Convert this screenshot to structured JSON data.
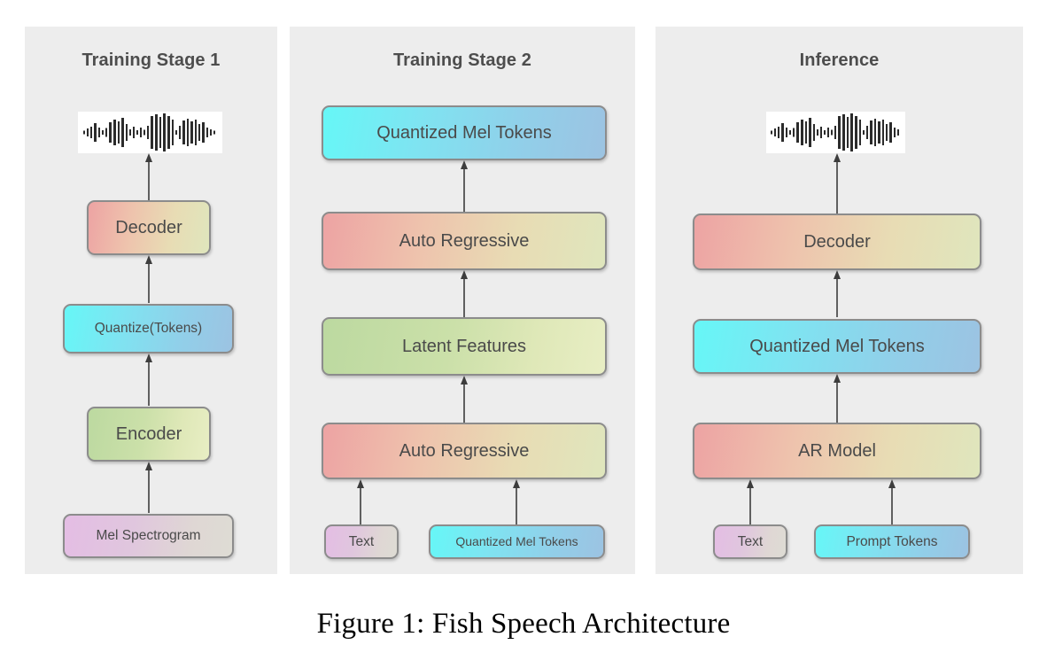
{
  "figure": {
    "caption": "Figure 1: Fish Speech Architecture",
    "background_color": "#ffffff",
    "panel_color": "#ededed",
    "border_color": "#8c8c8c",
    "text_color": "#4a4a4a",
    "title_color": "#4d4d4d"
  },
  "panels": [
    {
      "id": "stage1",
      "title": "Training Stage 1",
      "nodes": [
        {
          "name": "waveform-output",
          "label": "",
          "icon": "audio-waveform-icon",
          "style": "waveform"
        },
        {
          "name": "decoder",
          "label": "Decoder",
          "style": "warm"
        },
        {
          "name": "quantize-tokens",
          "label": "Quantize(Tokens)",
          "style": "cyan"
        },
        {
          "name": "encoder",
          "label": "Encoder",
          "style": "green"
        },
        {
          "name": "mel-spectrogram",
          "label": "Mel Spectrogram",
          "style": "pink"
        }
      ]
    },
    {
      "id": "stage2",
      "title": "Training Stage 2",
      "nodes": [
        {
          "name": "quantized-mel-tokens-out",
          "label": "Quantized Mel Tokens",
          "style": "cyan"
        },
        {
          "name": "auto-regressive-top",
          "label": "Auto Regressive",
          "style": "warm"
        },
        {
          "name": "latent-features",
          "label": "Latent Features",
          "style": "green"
        },
        {
          "name": "auto-regressive-bottom",
          "label": "Auto Regressive",
          "style": "warm"
        },
        {
          "name": "text-input",
          "label": "Text",
          "style": "pink"
        },
        {
          "name": "quantized-mel-tokens-in",
          "label": "Quantized Mel Tokens",
          "style": "cyan"
        }
      ]
    },
    {
      "id": "inference",
      "title": "Inference",
      "nodes": [
        {
          "name": "waveform-output",
          "label": "",
          "icon": "audio-waveform-icon",
          "style": "waveform"
        },
        {
          "name": "decoder",
          "label": "Decoder",
          "style": "warm"
        },
        {
          "name": "quantized-mel-tokens",
          "label": "Quantized Mel Tokens",
          "style": "cyan"
        },
        {
          "name": "ar-model",
          "label": "AR Model",
          "style": "warm"
        },
        {
          "name": "text-input",
          "label": "Text",
          "style": "pink"
        },
        {
          "name": "prompt-tokens",
          "label": "Prompt Tokens",
          "style": "cyan"
        }
      ]
    }
  ],
  "chart_data": {
    "type": "diagram",
    "title": "Fish Speech Architecture",
    "columns": [
      {
        "name": "Training Stage 1",
        "flow": [
          "Mel Spectrogram",
          "Encoder",
          "Quantize(Tokens)",
          "Decoder",
          "Waveform"
        ]
      },
      {
        "name": "Training Stage 2",
        "flow": [
          "Text",
          "Quantized Mel Tokens",
          "Auto Regressive",
          "Latent Features",
          "Auto Regressive",
          "Quantized Mel Tokens"
        ]
      },
      {
        "name": "Inference",
        "flow": [
          "Text",
          "Prompt Tokens",
          "AR Model",
          "Quantized Mel Tokens",
          "Decoder",
          "Waveform"
        ]
      }
    ],
    "edges": [
      {
        "from": "Mel Spectrogram",
        "to": "Encoder",
        "column": "Training Stage 1"
      },
      {
        "from": "Encoder",
        "to": "Quantize(Tokens)",
        "column": "Training Stage 1"
      },
      {
        "from": "Quantize(Tokens)",
        "to": "Decoder",
        "column": "Training Stage 1"
      },
      {
        "from": "Decoder",
        "to": "Waveform",
        "column": "Training Stage 1"
      },
      {
        "from": "Text",
        "to": "Auto Regressive",
        "column": "Training Stage 2"
      },
      {
        "from": "Quantized Mel Tokens",
        "to": "Auto Regressive",
        "column": "Training Stage 2"
      },
      {
        "from": "Auto Regressive",
        "to": "Latent Features",
        "column": "Training Stage 2"
      },
      {
        "from": "Latent Features",
        "to": "Auto Regressive",
        "column": "Training Stage 2"
      },
      {
        "from": "Auto Regressive",
        "to": "Quantized Mel Tokens",
        "column": "Training Stage 2"
      },
      {
        "from": "Text",
        "to": "AR Model",
        "column": "Inference"
      },
      {
        "from": "Prompt Tokens",
        "to": "AR Model",
        "column": "Inference"
      },
      {
        "from": "AR Model",
        "to": "Quantized Mel Tokens",
        "column": "Inference"
      },
      {
        "from": "Quantized Mel Tokens",
        "to": "Decoder",
        "column": "Inference"
      },
      {
        "from": "Decoder",
        "to": "Waveform",
        "column": "Inference"
      }
    ]
  }
}
